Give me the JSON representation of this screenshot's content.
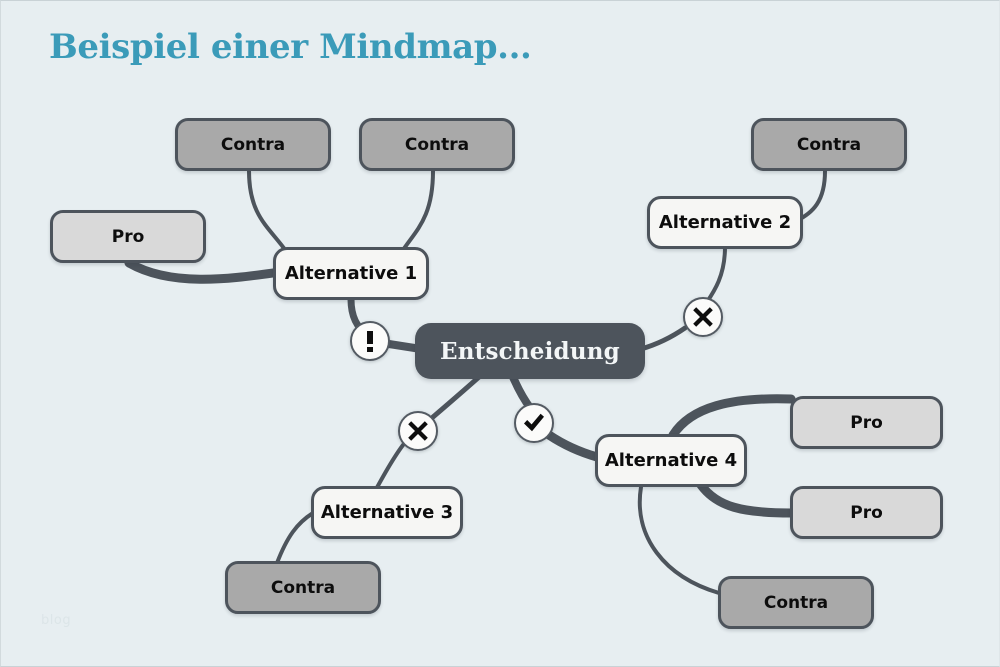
{
  "page": {
    "title": "Beispiel einer Mindmap...",
    "watermark": "blog",
    "background_color": "#e7eef1",
    "title_color": "#3b9bb9"
  },
  "colors": {
    "root_fill": "#4d545c",
    "root_text": "#f3f6f7",
    "contra_fill": "#a9a9a9",
    "pro_fill": "#d9d9d9",
    "alternative_fill": "#f6f6f4",
    "node_border": "#4d545c",
    "connector": "#4d545c",
    "badge_fill": "#fbfbfa"
  },
  "mindmap": {
    "root": {
      "label": "Entscheidung"
    },
    "nodes": [
      {
        "id": "contra-a1-left",
        "label": "Contra",
        "kind": "contra"
      },
      {
        "id": "contra-a1-right",
        "label": "Contra",
        "kind": "contra"
      },
      {
        "id": "pro-a1",
        "label": "Pro",
        "kind": "pro"
      },
      {
        "id": "alt1",
        "label": "Alternative 1",
        "kind": "alternative"
      },
      {
        "id": "contra-a2",
        "label": "Contra",
        "kind": "contra"
      },
      {
        "id": "alt2",
        "label": "Alternative 2",
        "kind": "alternative"
      },
      {
        "id": "alt3",
        "label": "Alternative 3",
        "kind": "alternative"
      },
      {
        "id": "contra-a3",
        "label": "Contra",
        "kind": "contra"
      },
      {
        "id": "alt4",
        "label": "Alternative 4",
        "kind": "alternative"
      },
      {
        "id": "pro-a4-top",
        "label": "Pro",
        "kind": "pro"
      },
      {
        "id": "pro-a4-bottom",
        "label": "Pro",
        "kind": "pro"
      },
      {
        "id": "contra-a4",
        "label": "Contra",
        "kind": "contra"
      }
    ],
    "badges": [
      {
        "id": "badge-alt1",
        "icon": "exclamation-icon",
        "glyph": "!",
        "on_branch": "Alternative 1"
      },
      {
        "id": "badge-alt2",
        "icon": "cross-icon",
        "glyph": "✖",
        "on_branch": "Alternative 2"
      },
      {
        "id": "badge-alt3",
        "icon": "cross-icon",
        "glyph": "✖",
        "on_branch": "Alternative 3"
      },
      {
        "id": "badge-alt4",
        "icon": "check-icon",
        "glyph": "✔",
        "on_branch": "Alternative 4"
      }
    ]
  }
}
